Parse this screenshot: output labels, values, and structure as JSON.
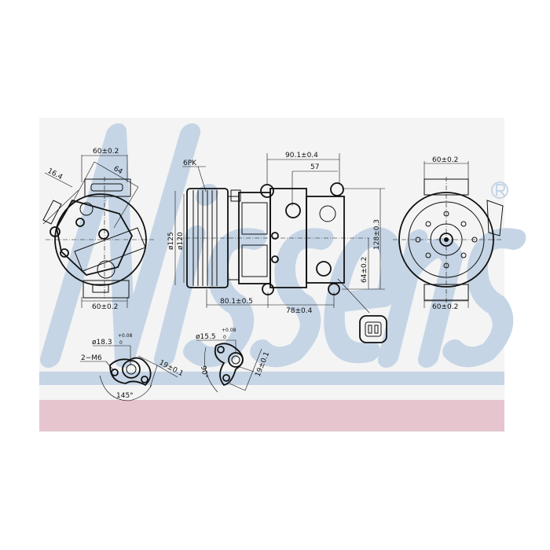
{
  "watermark": {
    "text": "Nissens",
    "mark": "®",
    "color": "#c5d5e6"
  },
  "colors": {
    "background_panel": "#f4f4f4",
    "blue_band": "#c5d5e6",
    "pink_band": "#e7c5cf",
    "line": "#111111"
  },
  "left_view": {
    "top_width": "60±0.2",
    "angle_dim": "64",
    "offset": "16.4",
    "bottom_width": "60±0.2"
  },
  "side_view": {
    "belt": "6PK",
    "pulley_outer": "ø125",
    "pulley_inner": "ø120",
    "length_top": "90.1±0.4",
    "length_mid": "57",
    "height": "128±0.3",
    "port_height": "64±0.2",
    "pulley_offset": "80.1±0.5",
    "port_offset": "78±0.4"
  },
  "right_view": {
    "top_width": "60±0.2",
    "bottom_width": "60±0.2"
  },
  "fitting_1": {
    "bore": "ø18.3",
    "tol_plus": "+0.08",
    "tol_minus": "0",
    "thread": "2−M6",
    "spacing": "19±0.1",
    "angle": "145°"
  },
  "fitting_2": {
    "bore": "ø15.5",
    "tol_plus": "+0.08",
    "tol_minus": "0",
    "spacing": "19±0.1",
    "angle": "90°"
  }
}
